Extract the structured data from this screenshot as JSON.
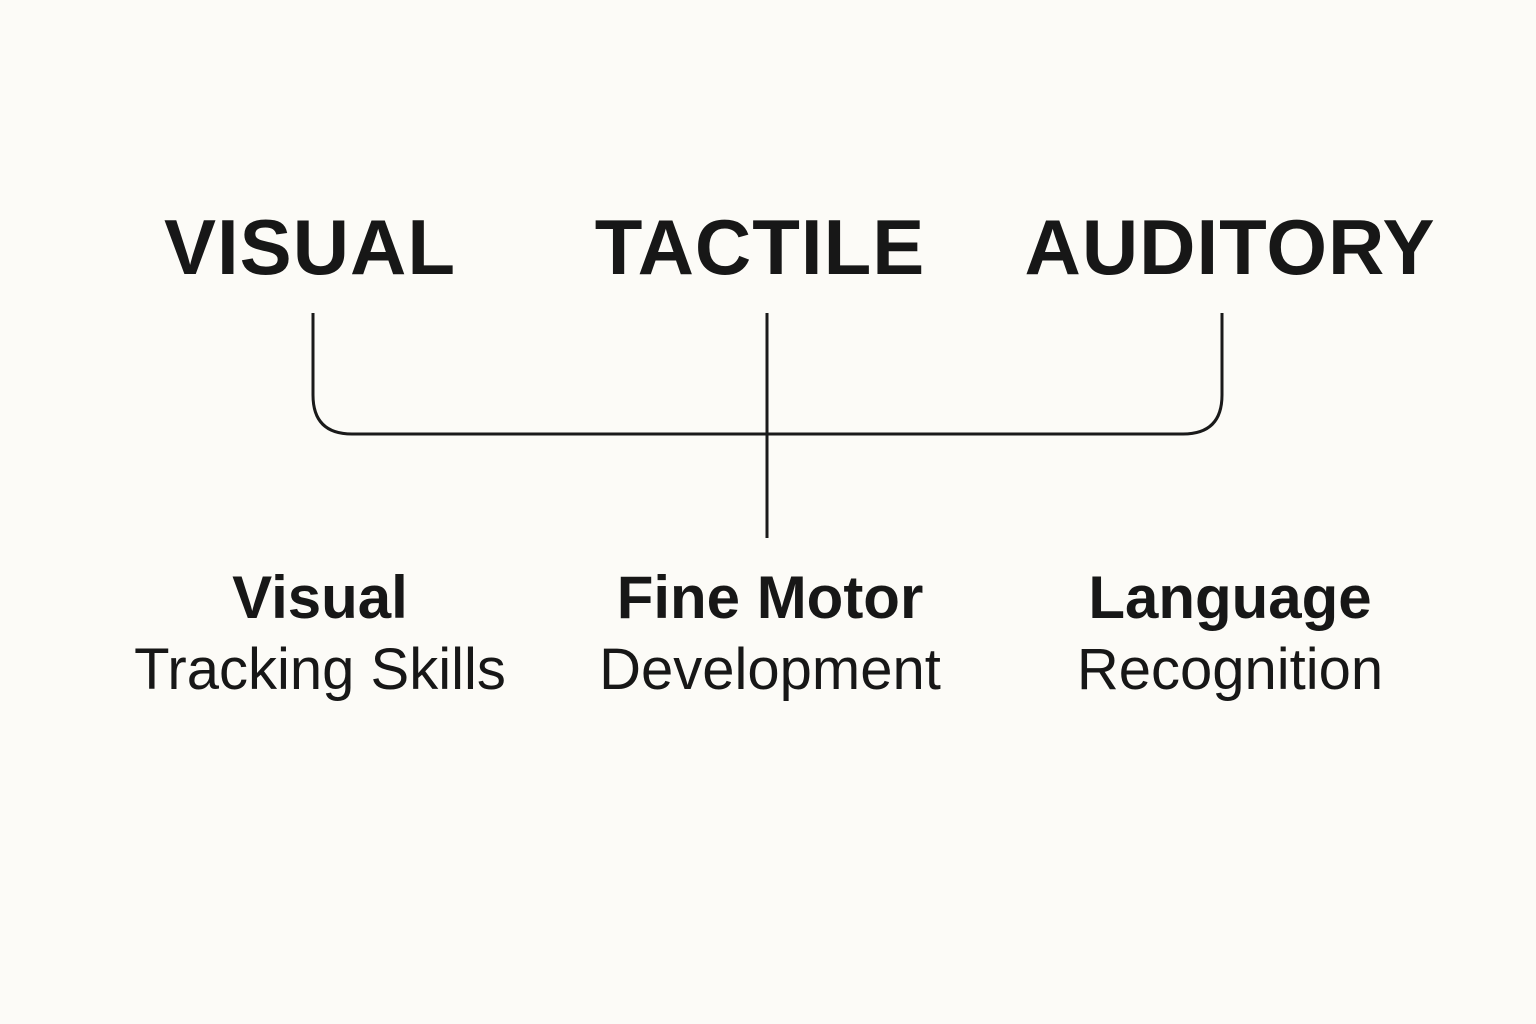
{
  "colors": {
    "background": "#fcfbf7",
    "text": "#171717",
    "lines": "#1a1a1a"
  },
  "headings": {
    "visual": "VISUAL",
    "tactile": "TACTILE",
    "auditory": "AUDITORY"
  },
  "outcomes": {
    "visual": {
      "line1": "Visual",
      "line2": "Tracking Skills"
    },
    "tactile": {
      "line1": "Fine Motor",
      "line2": "Development"
    },
    "auditory": {
      "line1": "Language",
      "line2": "Recognition"
    }
  }
}
